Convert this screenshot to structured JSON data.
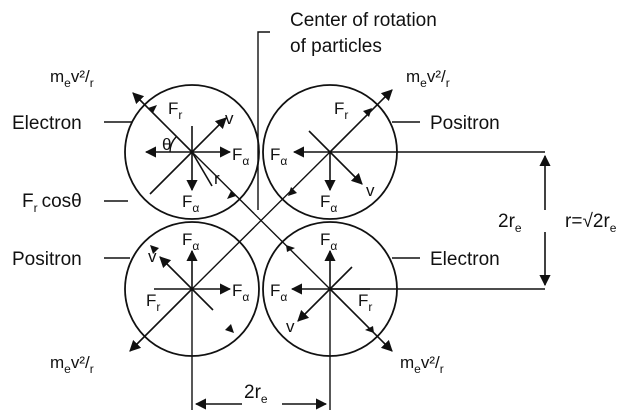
{
  "title": {
    "line1": "Center of rotation",
    "line2": "of particles"
  },
  "labels": {
    "electron_top_left": "Electron",
    "positron_top_right": "Positron",
    "positron_bottom_left": "Positron",
    "electron_bottom_right": "Electron",
    "fr_cos": "F",
    "fr_cos_sub": "r",
    "fr_cos_tail": "cosθ"
  },
  "forces": {
    "fr": "F",
    "fr_sub": "r",
    "fa": "F",
    "fa_sub": "α",
    "v": "v",
    "r": "r",
    "theta": "θ",
    "centripetal_m": "m",
    "centripetal_m_sub": "e",
    "centripetal_rest": "v²/",
    "centripetal_r": "r"
  },
  "dimensions": {
    "two_r": "2r",
    "two_r_sub": "e",
    "r_eq": "r=",
    "sqrt2": "√2",
    "r_eq_tail": "r",
    "r_eq_sub": "e"
  }
}
